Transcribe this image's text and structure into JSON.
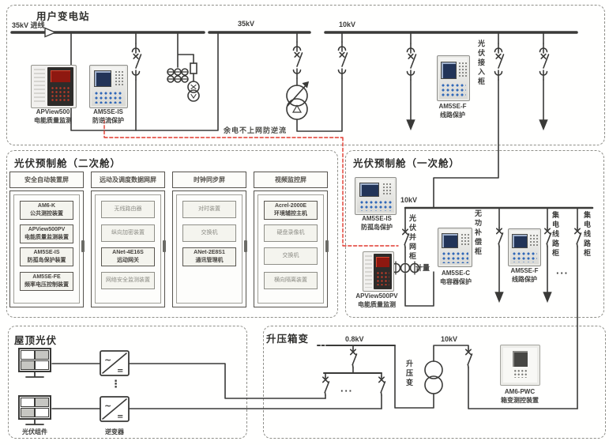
{
  "palette": {
    "line": "#3a3a38",
    "red_trip": "#e0392e",
    "cabinet_border": "#56534e",
    "relay_keys_blue": "#3068b8"
  },
  "user_substation": {
    "title": "用户变电站",
    "incoming_label": "35kV 进线",
    "bus35_label": "35kV",
    "bus10_label": "10kV",
    "note_red": "余电不上网防逆流",
    "pv_access_cabinet": "光伏接入柜",
    "devices": {
      "apview500": {
        "model": "APView500",
        "desc": "电能质量监测"
      },
      "am5se_is": {
        "model": "AM5SE-IS",
        "desc": "防逆流保护"
      },
      "am5se_f": {
        "model": "AM5SE-F",
        "desc": "线路保护"
      }
    }
  },
  "secondary_cabin": {
    "title": "光伏预制舱（二次舱）",
    "cabinets": [
      {
        "header": "安全自动装置屏",
        "modules": [
          {
            "lines": [
              "AM6-K",
              "公共测控装置"
            ],
            "muted": false
          },
          {
            "lines": [
              "APView500PV",
              "电能质量监测装置"
            ],
            "muted": false
          },
          {
            "lines": [
              "AM5SE-IS",
              "防孤岛保护装置"
            ],
            "muted": false
          },
          {
            "lines": [
              "AM5SE-FE",
              "频率电压控制装置"
            ],
            "muted": false
          }
        ]
      },
      {
        "header": "远动及调度数据网屏",
        "modules": [
          {
            "lines": [
              "无线路由器"
            ],
            "muted": true
          },
          {
            "lines": [
              "纵向加密装置"
            ],
            "muted": true
          },
          {
            "lines": [
              "ANet-4E16S",
              "远动网关"
            ],
            "muted": false
          },
          {
            "lines": [
              "网络安全监测装置"
            ],
            "muted": true
          }
        ]
      },
      {
        "header": "时钟同步屏",
        "modules": [
          {
            "lines": [
              "对时装置"
            ],
            "muted": true
          },
          {
            "lines": [
              "交换机"
            ],
            "muted": true
          },
          {
            "lines": [
              "ANet-2E8S1",
              "通讯管理机"
            ],
            "muted": false
          }
        ]
      },
      {
        "header": "视频监控屏",
        "modules": [
          {
            "lines": [
              "Acrel-2000E",
              "环境辅控主机"
            ],
            "muted": false
          },
          {
            "lines": [
              "硬盘录像机"
            ],
            "muted": true
          },
          {
            "lines": [
              "交换机"
            ],
            "muted": true
          },
          {
            "lines": [
              "横向隔离装置"
            ],
            "muted": true
          }
        ]
      }
    ]
  },
  "primary_cabin": {
    "title": "光伏预制舱（一次舱）",
    "bus_label": "10kV",
    "grid_cabinet": "光伏并网柜",
    "metering": "计量",
    "reactive_cabinet": "无功补偿柜",
    "collector_cabinet_1": "集电线路柜",
    "collector_cabinet_2": "集电线路柜",
    "ellipsis": "···",
    "devices": {
      "am5se_is": {
        "model": "AM5SE-IS",
        "desc": "防孤岛保护"
      },
      "apview500pv": {
        "model": "APView500PV",
        "desc": "电能质量监测"
      },
      "am5se_c": {
        "model": "AM5SE-C",
        "desc": "电容器保护"
      },
      "am5se_f": {
        "model": "AM5SE-F",
        "desc": "线路保护"
      }
    }
  },
  "rooftop_pv": {
    "title": "屋顶光伏",
    "pv_module_label": "光伏组件",
    "inverter_label": "逆变器",
    "ellipsis_vertical": "⋮"
  },
  "boost_transformer": {
    "title": "升压箱变",
    "lv_label": "0.8kV",
    "hv_label": "10kV",
    "transformer_label": "升压变",
    "ellipsis": "···",
    "devices": {
      "am6_pwc": {
        "model": "AM6-PWC",
        "desc": "箱变测控装置"
      }
    }
  }
}
